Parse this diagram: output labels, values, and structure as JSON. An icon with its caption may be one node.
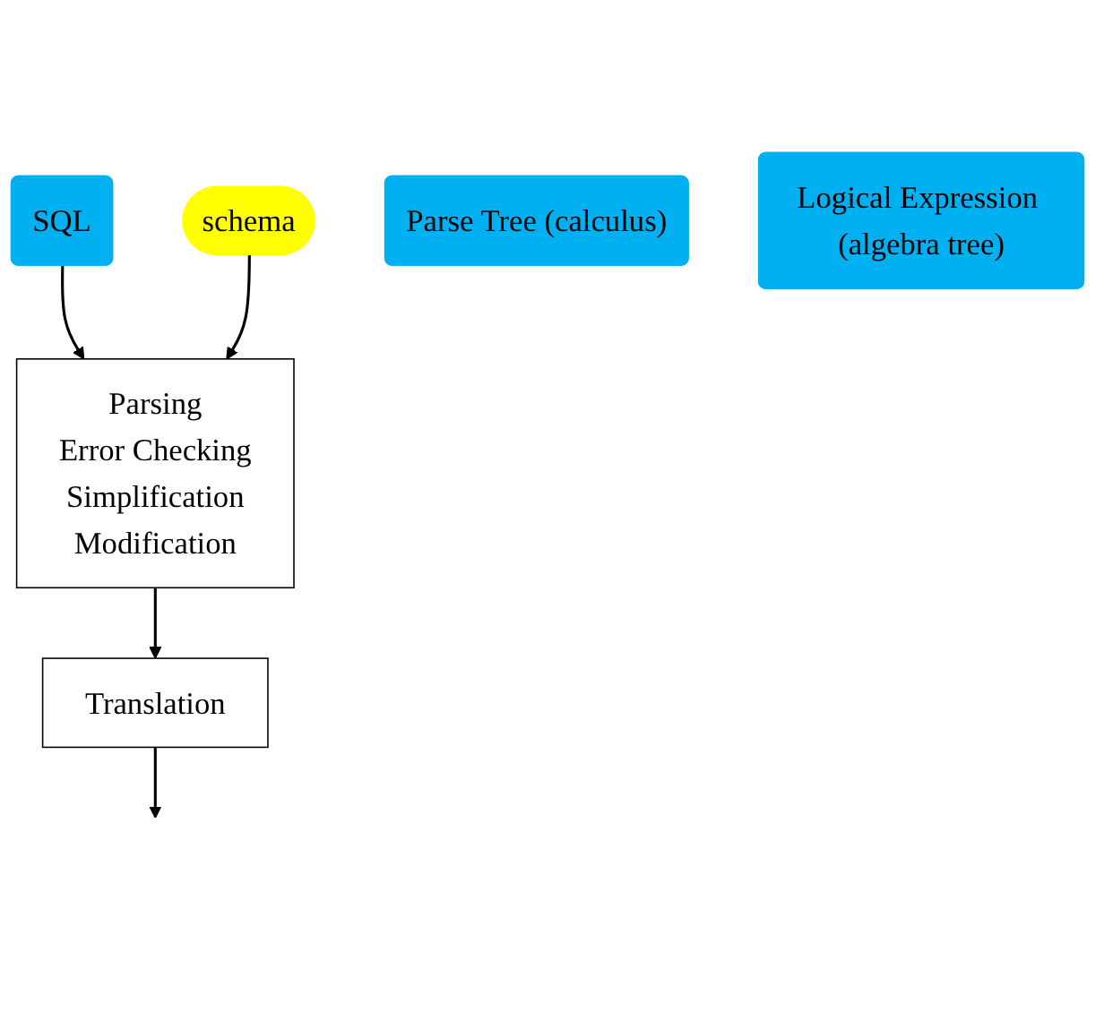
{
  "diagram": {
    "nodes": [
      {
        "text": [
          "SQL"
        ]
      },
      {
        "text": [
          "Parsing",
          "Error Checking",
          "Simplification",
          "Modification"
        ]
      },
      {
        "text": [
          "schema"
        ]
      },
      {
        "text": [
          "Parse Tree (calculus)"
        ]
      },
      {
        "text": [
          "Translation"
        ]
      },
      {
        "text": [
          "Logical Expression (algebra tree)"
        ]
      }
    ],
    "edges": [
      {
        "from": 0,
        "to": 1,
        "arrow": "to"
      },
      {
        "from": 2,
        "to": 1,
        "arrow": "to"
      },
      {
        "from": 1,
        "to": 4,
        "arrow": "to"
      },
      {
        "from": 4,
        "to": null,
        "arrow": "to"
      }
    ]
  }
}
